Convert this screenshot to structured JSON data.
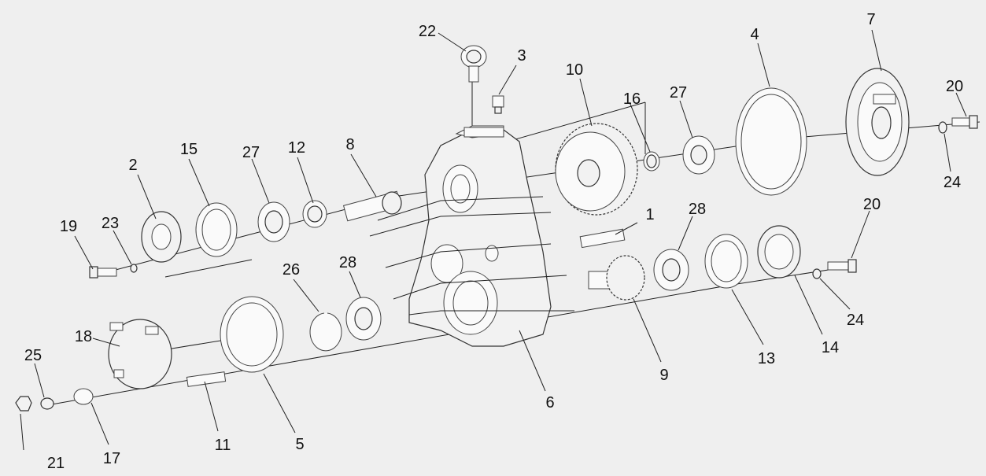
{
  "callouts": [
    "1",
    "2",
    "3",
    "4",
    "5",
    "6",
    "7",
    "8",
    "9",
    "10",
    "11",
    "12",
    "13",
    "14",
    "15",
    "16",
    "17",
    "18",
    "19",
    "20",
    "20",
    "21",
    "22",
    "23",
    "24",
    "24",
    "25",
    "26",
    "27",
    "27",
    "28",
    "28"
  ],
  "colors": {
    "background": "#efefef",
    "ink": "#222222",
    "fill": "#f2f2f2"
  }
}
